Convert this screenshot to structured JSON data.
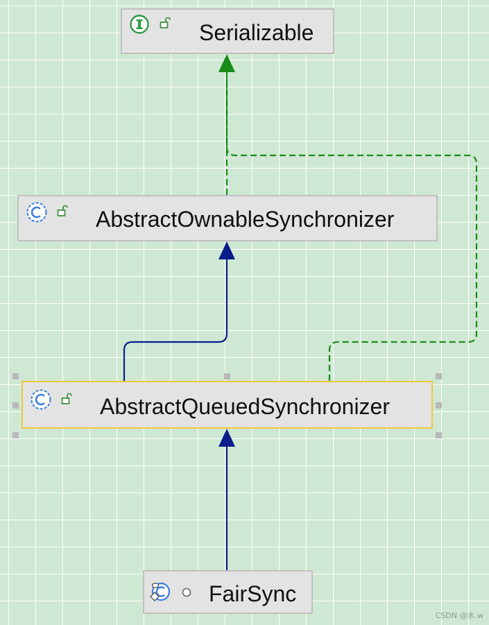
{
  "diagram": {
    "nodes": [
      {
        "id": "serializable",
        "label": "Serializable",
        "kind": "interface",
        "visibility": "public"
      },
      {
        "id": "aos",
        "label": "AbstractOwnableSynchronizer",
        "kind": "abstract-class",
        "visibility": "public"
      },
      {
        "id": "aqs",
        "label": "AbstractQueuedSynchronizer",
        "kind": "abstract-class",
        "visibility": "public",
        "selected": true
      },
      {
        "id": "fairsync",
        "label": "FairSync",
        "kind": "static-final-class",
        "visibility": "package-private"
      }
    ],
    "edges": [
      {
        "from": "aos",
        "to": "serializable",
        "relation": "implements",
        "style": "dashed",
        "color": "#1a8a1a"
      },
      {
        "from": "aqs",
        "to": "serializable",
        "relation": "implements",
        "style": "dashed",
        "color": "#1a8a1a"
      },
      {
        "from": "aqs",
        "to": "aos",
        "relation": "extends",
        "style": "solid",
        "color": "#0b1d8a"
      },
      {
        "from": "fairsync",
        "to": "aqs",
        "relation": "extends",
        "style": "solid",
        "color": "#0b1d8a"
      }
    ]
  },
  "colors": {
    "background": "#cfe8d3",
    "grid": "#ffffff",
    "node_fill": "#e3e3e3",
    "node_border": "#c0c0c0",
    "selection_border": "#efc83a",
    "interface_icon": "#2e9b45",
    "class_icon": "#3b7de0",
    "lock_icon": "#2e8b2e"
  },
  "watermark": "CSDN @水.w"
}
